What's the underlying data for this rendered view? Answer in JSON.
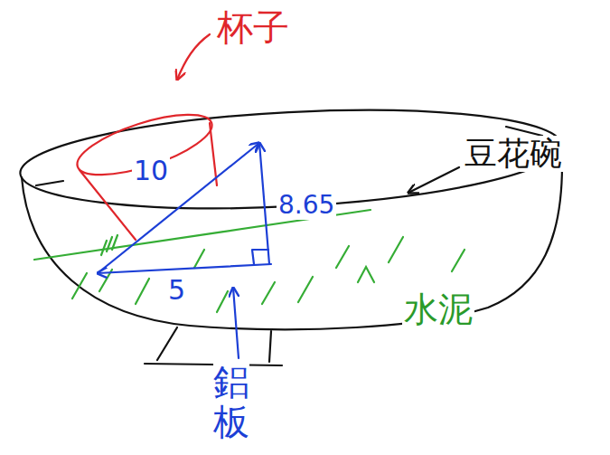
{
  "diagram": {
    "labels": [
      "杯子",
      "豆花碗",
      "10",
      "8.65",
      "5",
      "水泥",
      "鋁板"
    ]
  }
}
